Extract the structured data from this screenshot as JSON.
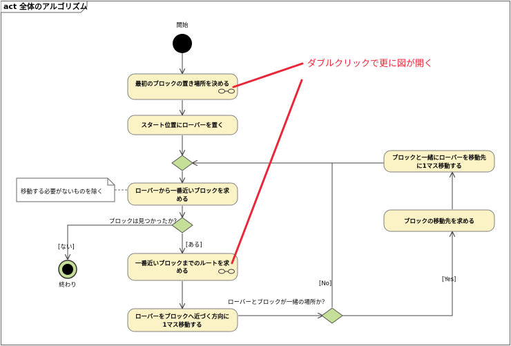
{
  "frame": {
    "title": "act 全体のアルゴリズム"
  },
  "start": {
    "label": "開始"
  },
  "end": {
    "label": "終わり"
  },
  "actions": {
    "decide_first_block": "最初のブロックの置き場所を決める",
    "place_rover_start": "スタート位置にローバーを置く",
    "find_nearest_block": [
      "ローバーから一番近いブロックを求",
      "める"
    ],
    "find_route": [
      "一番近いブロックまでのルートを求",
      "める"
    ],
    "move_one_square": [
      "ローバーをブロックへ近づく方向に",
      "1マス移動する"
    ],
    "find_destination": "ブロックの移動先を求める",
    "move_with_block": [
      "ブロックと一緒にローバーを移動先",
      "に1マス移動する"
    ]
  },
  "note": {
    "text": "移動する必要がないものを除く"
  },
  "decisions": {
    "block_found": {
      "question": "ブロックは見つかったか？",
      "no_guard": "[ない]",
      "yes_guard": "[ある]"
    },
    "same_place": {
      "question": "ローバーとブロックが一緒の場所か？",
      "no_guard": "[No]",
      "yes_guard": "[Yes]"
    }
  },
  "annotation": {
    "text": "ダブルクリックで更に図が開く"
  },
  "colors": {
    "action_fill": "#fbf3c6",
    "action_border": "#7f7f7f",
    "decision_fill": "#c6df98",
    "annotation": "#e8273a",
    "note_fill": "#ffffff"
  }
}
